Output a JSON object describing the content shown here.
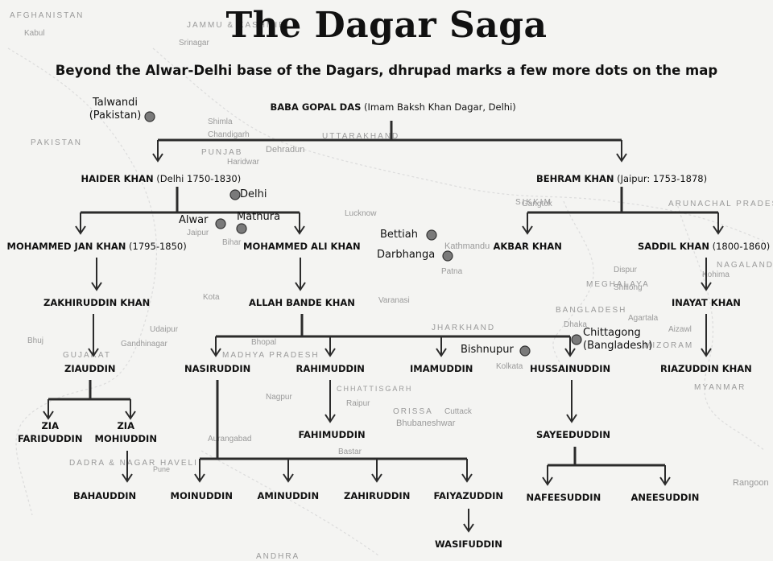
{
  "title": "The Dagar Saga",
  "subtitle": "Beyond the Alwar-Delhi base of the Dagars, dhrupad marks a few more dots on the map",
  "map_labels": [
    "AFGHANISTAN",
    "Kabul",
    "JAMMU & KASHMIR",
    "Srinagar",
    "PAKISTAN",
    "Shimla",
    "Chandigarh",
    "PUNJAB",
    "Dehradun",
    "UTTARAKHAND",
    "Haridwar",
    "Lucknow",
    "Kathmandu",
    "Patna",
    "Gangtok",
    "SIKKIM",
    "ARUNACHAL PRADESH",
    "NAGALAND",
    "MEGHALAYA",
    "Shillong",
    "Agartala",
    "Aizawl",
    "MIZORAM",
    "Kohima",
    "Dispur",
    "Dhaka",
    "BANGLADESH",
    "JHARKHAND",
    "Kolkata",
    "Bhopal",
    "MADHYA PRADESH",
    "Gandhinagar",
    "GUJARAT",
    "Bhuj",
    "Raipur",
    "CHHATTISGARH",
    "ORISSA",
    "Bhubaneshwar",
    "Cuttack",
    "Nagpur",
    "Aurangabad",
    "Pune",
    "Bastar",
    "DADRA & NAGAR HAVELI",
    "ANDHRA",
    "Varanasi",
    "Udaipur",
    "Jaipur",
    "Bihar",
    "Kota",
    "MYANMAR",
    "Rangoon"
  ],
  "nodes": [
    {
      "id": "baba",
      "name": "BABA GOPAL DAS",
      "note": "(Imam Baksh Khan Dagar, Delhi)"
    },
    {
      "id": "haider",
      "name": "HAIDER KHAN",
      "note": "(Delhi 1750-1830)"
    },
    {
      "id": "behram",
      "name": "BEHRAM KHAN",
      "note": "(Jaipur: 1753-1878)"
    },
    {
      "id": "mjan",
      "name": "MOHAMMED JAN KHAN",
      "note": "(1795-1850)"
    },
    {
      "id": "mali",
      "name": "MOHAMMED ALI KHAN",
      "note": ""
    },
    {
      "id": "akbar",
      "name": "AKBAR KHAN",
      "note": ""
    },
    {
      "id": "saddil",
      "name": "SADDIL KHAN",
      "note": "(1800-1860)"
    },
    {
      "id": "zakhir",
      "name": "ZAKHIRUDDIN KHAN",
      "note": ""
    },
    {
      "id": "allah",
      "name": "ALLAH BANDE KHAN",
      "note": ""
    },
    {
      "id": "inayat",
      "name": "INAYAT KHAN",
      "note": ""
    },
    {
      "id": "ziauddin",
      "name": "ZIAUDDIN",
      "note": ""
    },
    {
      "id": "nasir",
      "name": "NASIRUDDIN",
      "note": ""
    },
    {
      "id": "rahim",
      "name": "RAHIMUDDIN",
      "note": ""
    },
    {
      "id": "imam",
      "name": "IMAMUDDIN",
      "note": ""
    },
    {
      "id": "hussain",
      "name": "HUSSAINUDDIN",
      "note": ""
    },
    {
      "id": "riaz",
      "name": "RIAZUDDIN KHAN",
      "note": ""
    },
    {
      "id": "ziafarid",
      "name": "ZIA FARIDUDDIN",
      "note": ""
    },
    {
      "id": "ziamohi",
      "name": "ZIA MOHIUDDIN",
      "note": ""
    },
    {
      "id": "fahim",
      "name": "FAHIMUDDIN",
      "note": ""
    },
    {
      "id": "sayeed",
      "name": "SAYEEDUDDIN",
      "note": ""
    },
    {
      "id": "baha",
      "name": "BAHAUDDIN",
      "note": ""
    },
    {
      "id": "moin",
      "name": "MOINUDDIN",
      "note": ""
    },
    {
      "id": "amin",
      "name": "AMINUDDIN",
      "note": ""
    },
    {
      "id": "zahir",
      "name": "ZAHIRUDDIN",
      "note": ""
    },
    {
      "id": "faiyaz",
      "name": "FAIYAZUDDIN",
      "note": ""
    },
    {
      "id": "nafees",
      "name": "NAFEESUDDIN",
      "note": ""
    },
    {
      "id": "anees",
      "name": "ANEESUDDIN",
      "note": ""
    },
    {
      "id": "wasif",
      "name": "WASIFUDDIN",
      "note": ""
    }
  ],
  "places": [
    {
      "id": "talwandi",
      "label": "Talwandi\n(Pakistan)"
    },
    {
      "id": "delhi",
      "label": "Delhi"
    },
    {
      "id": "alwar",
      "label": "Alwar"
    },
    {
      "id": "mathura",
      "label": "Mathura"
    },
    {
      "id": "bettiah",
      "label": "Bettiah"
    },
    {
      "id": "darbhanga",
      "label": "Darbhanga"
    },
    {
      "id": "chittagong",
      "label": "Chittagong\n(Bangladesh)"
    },
    {
      "id": "bishnupur",
      "label": "Bishnupur"
    }
  ],
  "colors": {
    "line": "#2b2b2b",
    "dot": "#7a7a7a",
    "map_text": "#9a9a9a",
    "background": "#f4f4f2"
  }
}
